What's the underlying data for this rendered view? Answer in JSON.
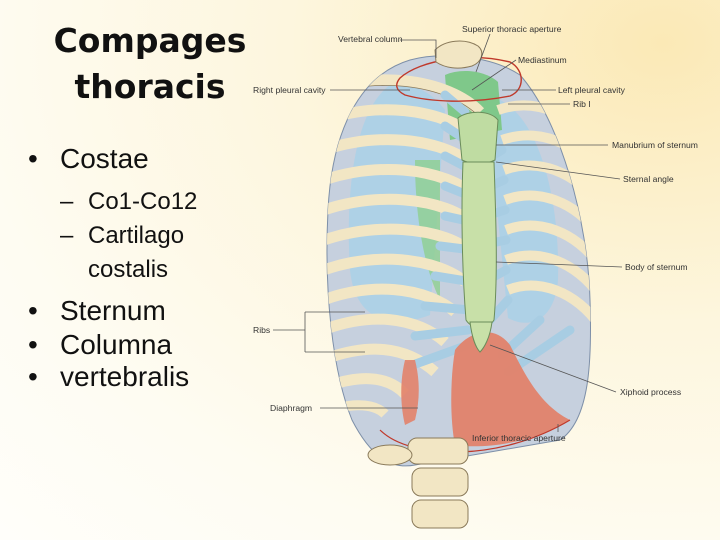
{
  "slide": {
    "title_line1": "Compages",
    "title_line2": "thoracis"
  },
  "bullets": [
    {
      "text": "Costae",
      "sub": [
        "Co1-Co12",
        "Cartilago",
        "costalis"
      ]
    },
    {
      "text": "Sternum"
    },
    {
      "text": "Columna"
    },
    {
      "text": "vertebralis"
    }
  ],
  "sub_dash": "–",
  "figure": {
    "labels": {
      "vertebral_column": "Vertebral column",
      "superior_thoracic_aperture": "Superior thoracic aperture",
      "mediastinum": "Mediastinum",
      "right_pleural_cavity": "Right pleural cavity",
      "left_pleural_cavity": "Left pleural cavity",
      "rib_i": "Rib I",
      "manubrium_of_sternum": "Manubrium of sternum",
      "sternal_angle": "Sternal angle",
      "body_of_sternum": "Body of sternum",
      "ribs": "Ribs",
      "xiphoid_process": "Xiphoid process",
      "diaphragm": "Diaphragm",
      "inferior_thoracic_aperture": "Inferior thoracic aperture"
    },
    "colors": {
      "bone": "#f2e6c4",
      "cartilage": "#a8cde3",
      "intercostal": "#c6d0de",
      "lung": "#a9d1e8",
      "mediastinum": "#7fc88a",
      "sternum": "#bfdca2",
      "diaphragm": "#e2826a",
      "aperture_outline": "#c0392b"
    }
  }
}
